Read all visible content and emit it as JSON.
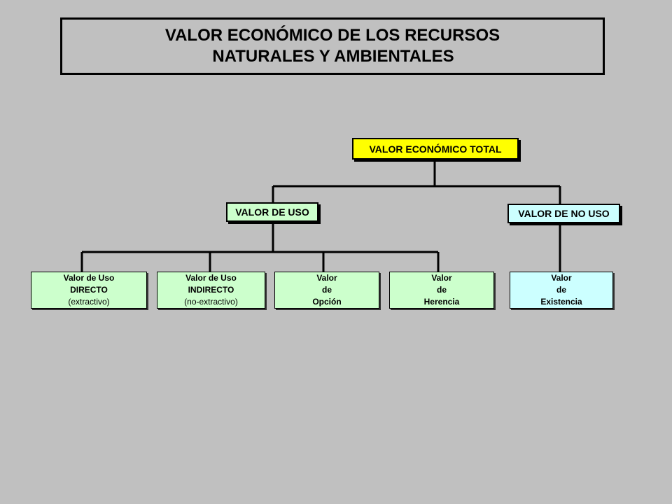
{
  "title": {
    "line1": "VALOR ECONÓMICO DE LOS RECURSOS",
    "line2": "NATURALES Y AMBIENTALES"
  },
  "nodes": {
    "total": "VALOR ECONÓMICO TOTAL",
    "uso": "VALOR DE USO",
    "no_uso": "VALOR DE NO USO",
    "directo": {
      "line1": "Valor de Uso",
      "line2": "DIRECTO",
      "line3": "(extractivo)"
    },
    "indirecto": {
      "line1": "Valor de Uso",
      "line2": "INDIRECTO",
      "line3": "(no-extractivo)"
    },
    "opcion": {
      "line1": "Valor",
      "line2": "de",
      "line3": "Opción"
    },
    "herencia": {
      "line1": "Valor",
      "line2": "de",
      "line3": "Herencia"
    },
    "existencia": {
      "line1": "Valor",
      "line2": "de",
      "line3": "Existencia"
    }
  },
  "colors": {
    "background": "#c0c0c0",
    "total": "#ffff00",
    "uso_branch": "#ccffcc",
    "no_uso_branch": "#ccffff"
  }
}
